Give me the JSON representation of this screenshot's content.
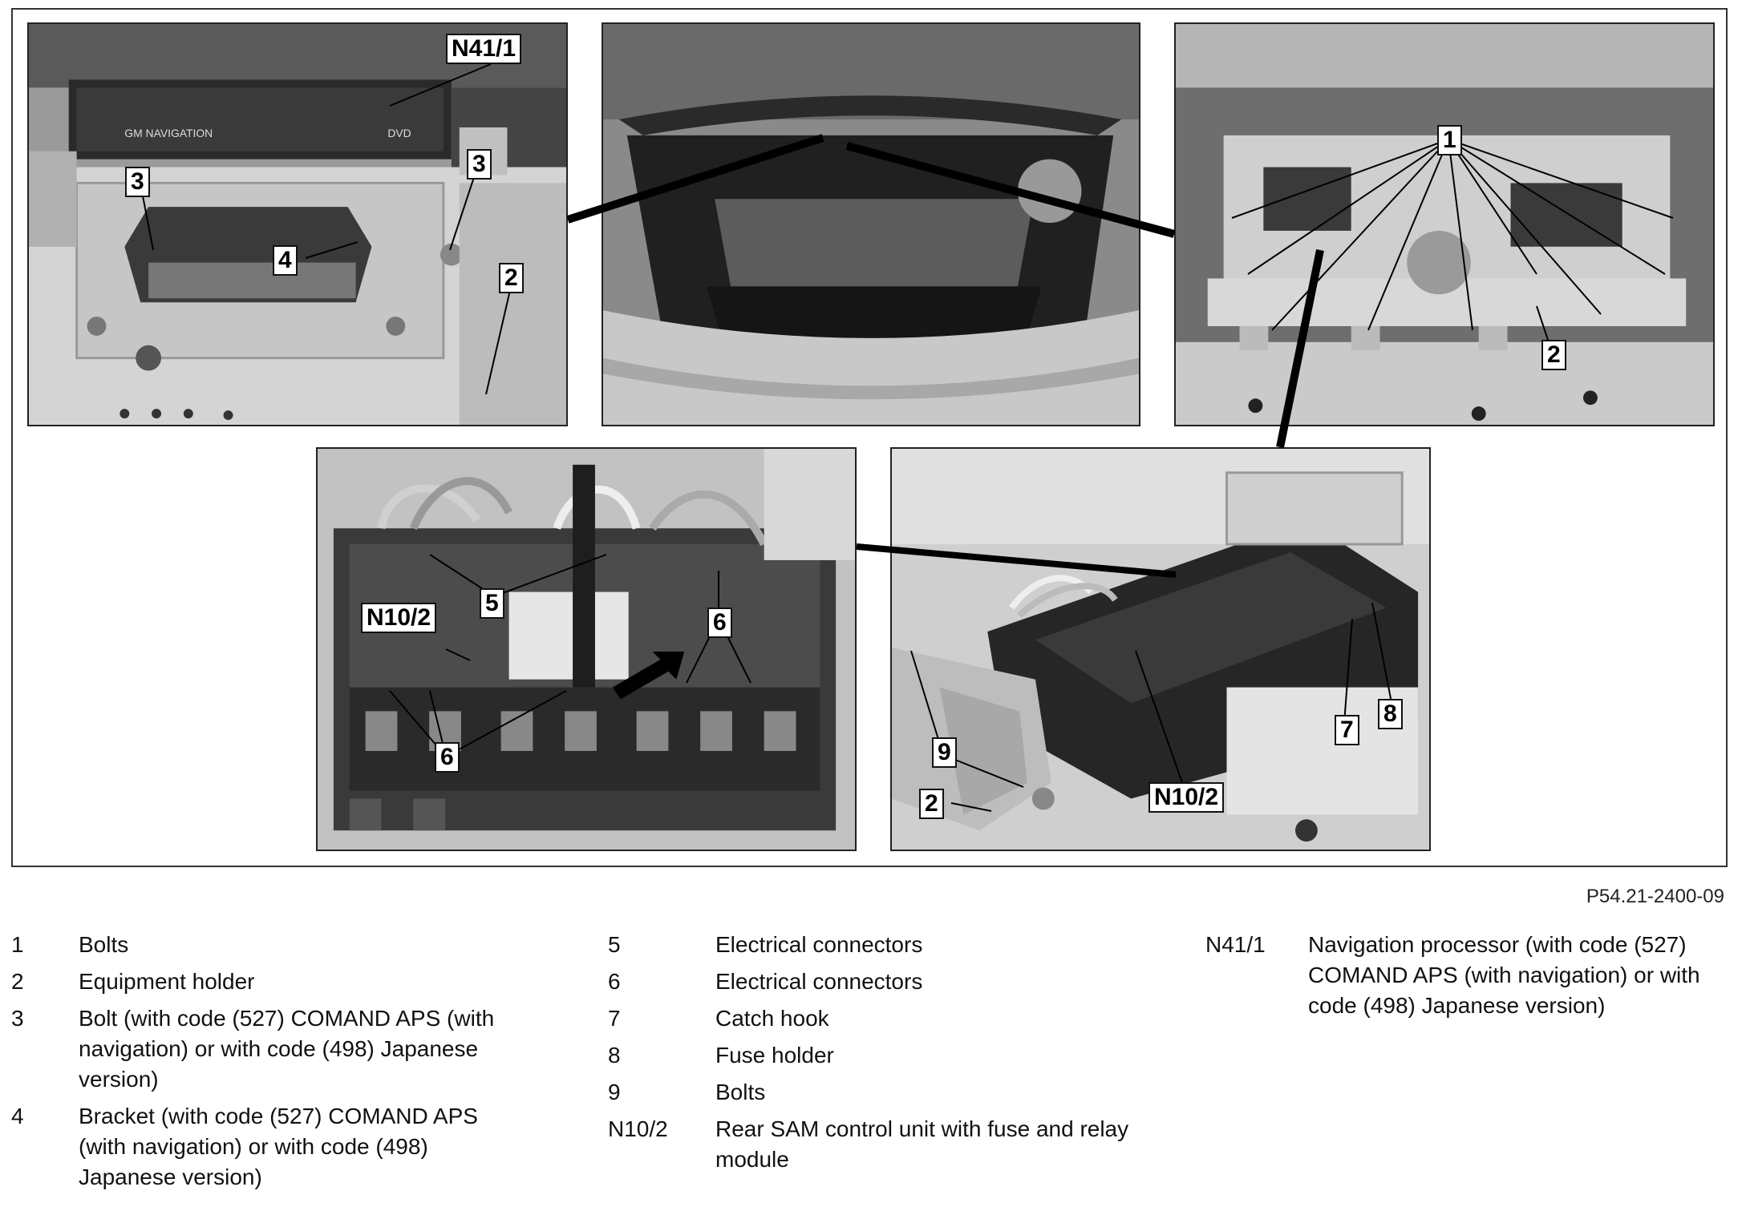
{
  "figure": {
    "code": "P54.21-2400-09",
    "photos": [
      {
        "id": "photo-nav",
        "callouts": [
          "N41/1",
          "3",
          "3",
          "4",
          "2"
        ]
      },
      {
        "id": "photo-trunk",
        "callouts": []
      },
      {
        "id": "photo-holder",
        "callouts": [
          "1",
          "2"
        ]
      },
      {
        "id": "photo-sam",
        "callouts": [
          "5",
          "N10/2",
          "6",
          "6"
        ]
      },
      {
        "id": "photo-side",
        "callouts": [
          "9",
          "2",
          "N10/2",
          "7",
          "8"
        ]
      }
    ],
    "device_text": {
      "nav_brand": "GM NAVIGATION",
      "dvd": "DVD"
    }
  },
  "callouts": {
    "n41_1": "N41/1",
    "three": "3",
    "four": "4",
    "two": "2",
    "one": "1",
    "five": "5",
    "six": "6",
    "n10_2": "N10/2",
    "seven": "7",
    "eight": "8",
    "nine": "9"
  },
  "legend": {
    "col1": [
      {
        "key": "1",
        "desc": "Bolts"
      },
      {
        "key": "2",
        "desc": "Equipment holder"
      },
      {
        "key": "3",
        "desc": "Bolt (with code (527) COMAND APS (with navigation) or with code (498) Japanese version)"
      },
      {
        "key": "4",
        "desc": "Bracket (with code (527) COMAND APS (with navigation) or with code (498) Japanese version)"
      }
    ],
    "col2": [
      {
        "key": "5",
        "desc": "Electrical connectors"
      },
      {
        "key": "6",
        "desc": "Electrical connectors"
      },
      {
        "key": "7",
        "desc": "Catch hook"
      },
      {
        "key": "8",
        "desc": "Fuse holder"
      },
      {
        "key": "9",
        "desc": "Bolts"
      },
      {
        "key": "N10/2",
        "desc": "Rear SAM control unit with fuse and relay module"
      }
    ],
    "col3": [
      {
        "key": "N41/1",
        "desc": "Navigation processor (with code (527) COMAND APS (with navigation) or with code (498) Japanese version)"
      }
    ]
  }
}
